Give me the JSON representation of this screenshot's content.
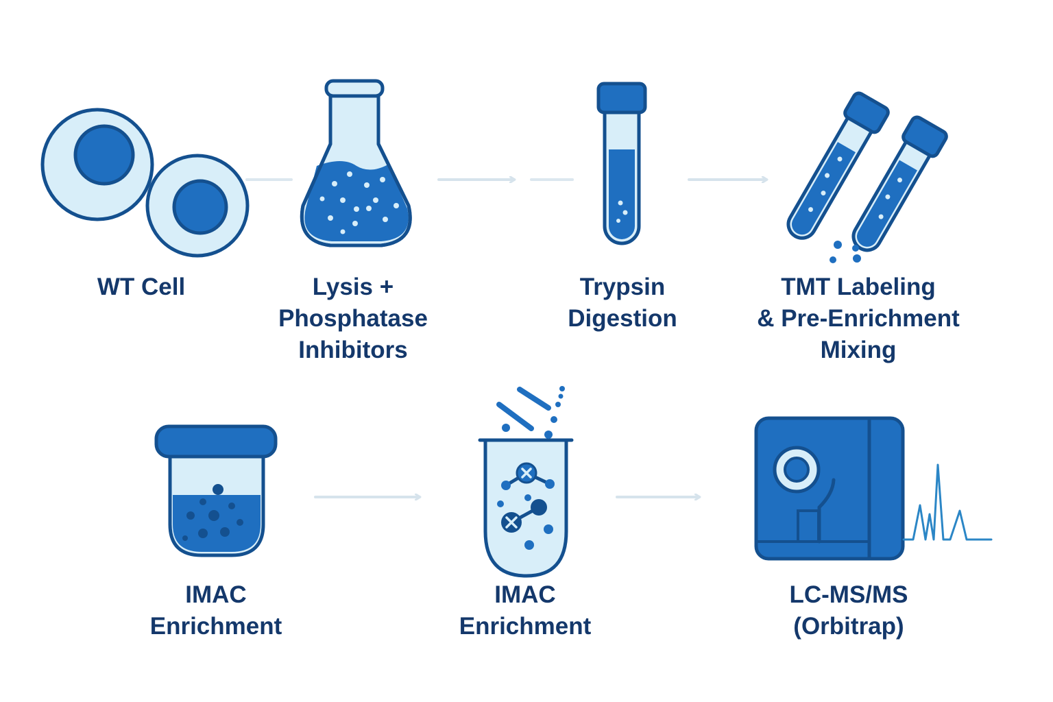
{
  "colors": {
    "outline": "#14508f",
    "fill_dark": "#1f6fc0",
    "fill_light": "#d8eef9",
    "text": "#14386b",
    "arrow": "#dbe7ef"
  },
  "steps": [
    {
      "id": "wt-cell",
      "lines": [
        "WT Cell"
      ],
      "icon": "cells-icon"
    },
    {
      "id": "lysis",
      "lines": [
        "Lysis +",
        "Phosphatase",
        "Inhibitors"
      ],
      "icon": "flask-icon"
    },
    {
      "id": "trypsin",
      "lines": [
        "Trypsin",
        "Digestion"
      ],
      "icon": "test-tube-icon"
    },
    {
      "id": "tmt",
      "lines": [
        "TMT Labeling",
        "& Pre-Enrichment",
        "Mixing"
      ],
      "icon": "two-tubes-icon"
    },
    {
      "id": "imac-1",
      "lines": [
        "IMAC",
        "Enrichment"
      ],
      "icon": "beaker-icon"
    },
    {
      "id": "imac-2",
      "lines": [
        "IMAC",
        "Enrichment"
      ],
      "icon": "enrichment-tube-icon"
    },
    {
      "id": "lcms",
      "lines": [
        "LC-MS/MS",
        "(Orbitrap)"
      ],
      "icon": "mass-spectrometer-icon"
    }
  ]
}
